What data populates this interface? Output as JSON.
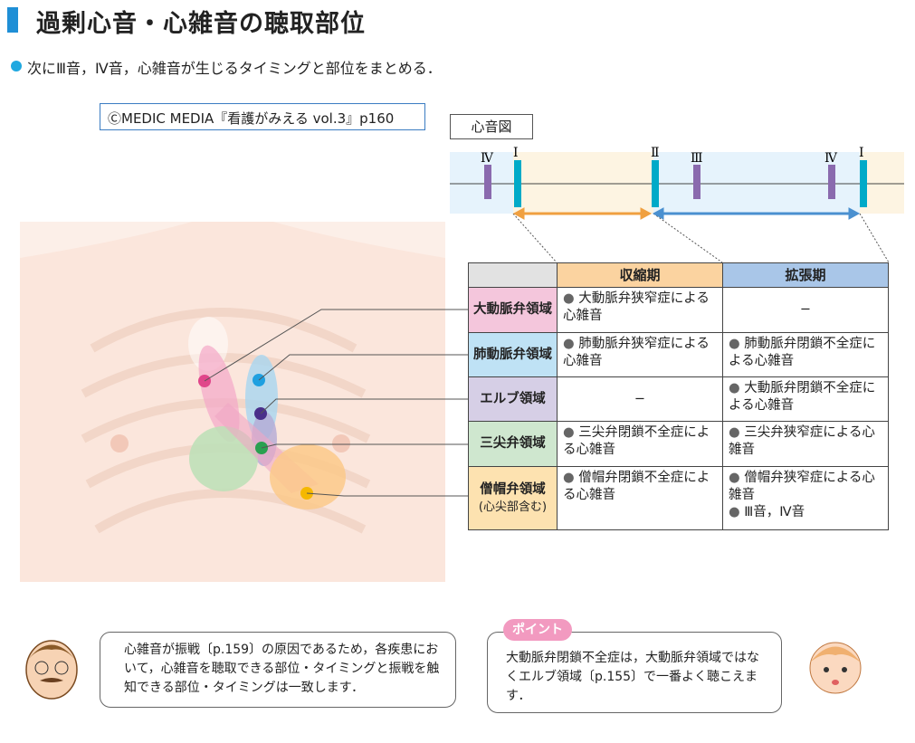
{
  "title": "過剰心音・心雑音の聴取部位",
  "lead": "次にⅢ音，Ⅳ音，心雑音が生じるタイミングと部位をまとめる．",
  "copyright": "ⒸMEDIC MEDIA『看護がみえる vol.3』p160",
  "phonocardiogram": {
    "label": "心音図",
    "sounds": [
      "Ⅳ",
      "Ⅰ",
      "Ⅱ",
      "Ⅲ",
      "Ⅳ",
      "Ⅰ"
    ],
    "colors": {
      "systole": "#f0a040",
      "diastole": "#4a90d0",
      "s1s2": "#00aac8",
      "s3s4": "#8a6aae"
    }
  },
  "table": {
    "headers": [
      "",
      "収縮期",
      "拡張期"
    ],
    "rows": [
      {
        "area": "大動脈弁領域",
        "sub": "",
        "color": "#f4c6dc",
        "systolic": [
          "大動脈弁狭窄症による心雑音"
        ],
        "diastolic": []
      },
      {
        "area": "肺動脈弁領域",
        "sub": "",
        "color": "#bfe2f5",
        "systolic": [
          "肺動脈弁狭窄症による心雑音"
        ],
        "diastolic": [
          "肺動脈弁閉鎖不全症による心雑音"
        ]
      },
      {
        "area": "エルブ領域",
        "sub": "",
        "color": "#d6cfe6",
        "systolic": [],
        "diastolic": [
          "大動脈弁閉鎖不全症による心雑音"
        ]
      },
      {
        "area": "三尖弁領域",
        "sub": "",
        "color": "#cfe7cf",
        "systolic": [
          "三尖弁閉鎖不全症による心雑音"
        ],
        "diastolic": [
          "三尖弁狭窄症による心雑音"
        ]
      },
      {
        "area": "僧帽弁領域",
        "sub": "(心尖部含む)",
        "color": "#fde2b0",
        "systolic": [
          "僧帽弁閉鎖不全症による心雑音"
        ],
        "diastolic": [
          "僧帽弁狭窄症による心雑音",
          "Ⅲ音，Ⅳ音"
        ]
      }
    ],
    "dash": "−",
    "header_colors": {
      "systole": "#fbd3a0",
      "diastole": "#a9c6e8"
    }
  },
  "bubble_left": "心雑音が振戦〔p.159〕の原因であるため，各疾患において，心雑音を聴取できる部位・タイミングと振戦を触知できる部位・タイミングは一致します．",
  "point": {
    "badge": "ポイント",
    "text": "大動脈弁閉鎖不全症は，大動脈弁領域ではなくエルブ領域〔p.155〕で一番よく聴こえます．"
  }
}
